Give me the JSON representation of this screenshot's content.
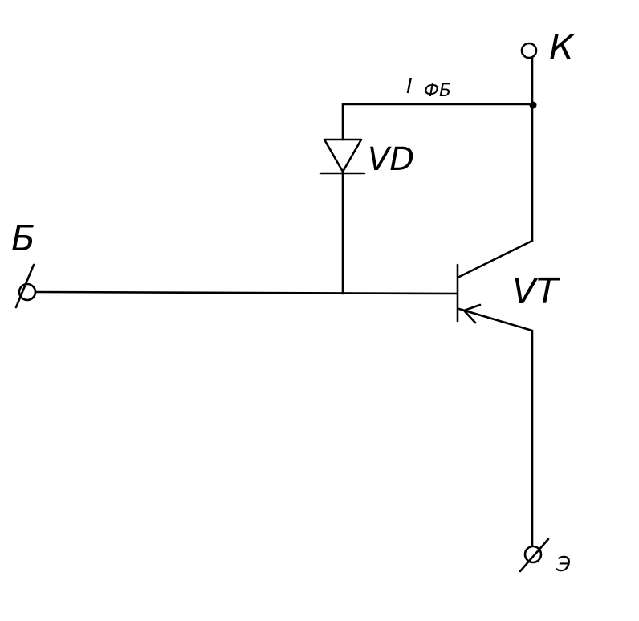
{
  "terminals": {
    "base": "Б",
    "collector": "К",
    "emitter": "Э"
  },
  "components": {
    "diode": "VD",
    "transistor": "VT"
  },
  "current_label": {
    "symbol": "I",
    "subscript": "ФБ"
  }
}
